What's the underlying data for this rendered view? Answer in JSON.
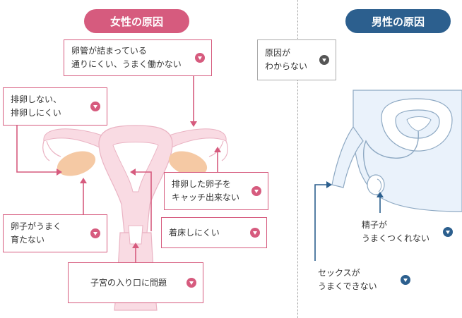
{
  "colors": {
    "female_accent": "#d65b7e",
    "male_accent": "#2c5f8e",
    "uterus_fill": "#f9dbe3",
    "ovary_fill": "#f5c9a4",
    "male_fill": "#eaf2fb",
    "male_stroke": "#8ea9c3"
  },
  "female": {
    "title": "女性の原因",
    "boxes": {
      "tube": "卵管が詰まっている\n通りにくい、うまく働かない",
      "ovulation": "排卵しない、\n排卵しにくい",
      "capture": "排卵した卵子を\nキャッチ出来ない",
      "egg": "卵子がうまく\n育たない",
      "implant": "着床しにくい",
      "cervix": "子宮の入り口に問題"
    }
  },
  "male": {
    "title": "男性の原因",
    "boxes": {
      "unknown": "原因が\nわからない",
      "sperm": "精子が\nうまくつくれない",
      "sex": "セックスが\nうまくできない"
    }
  }
}
